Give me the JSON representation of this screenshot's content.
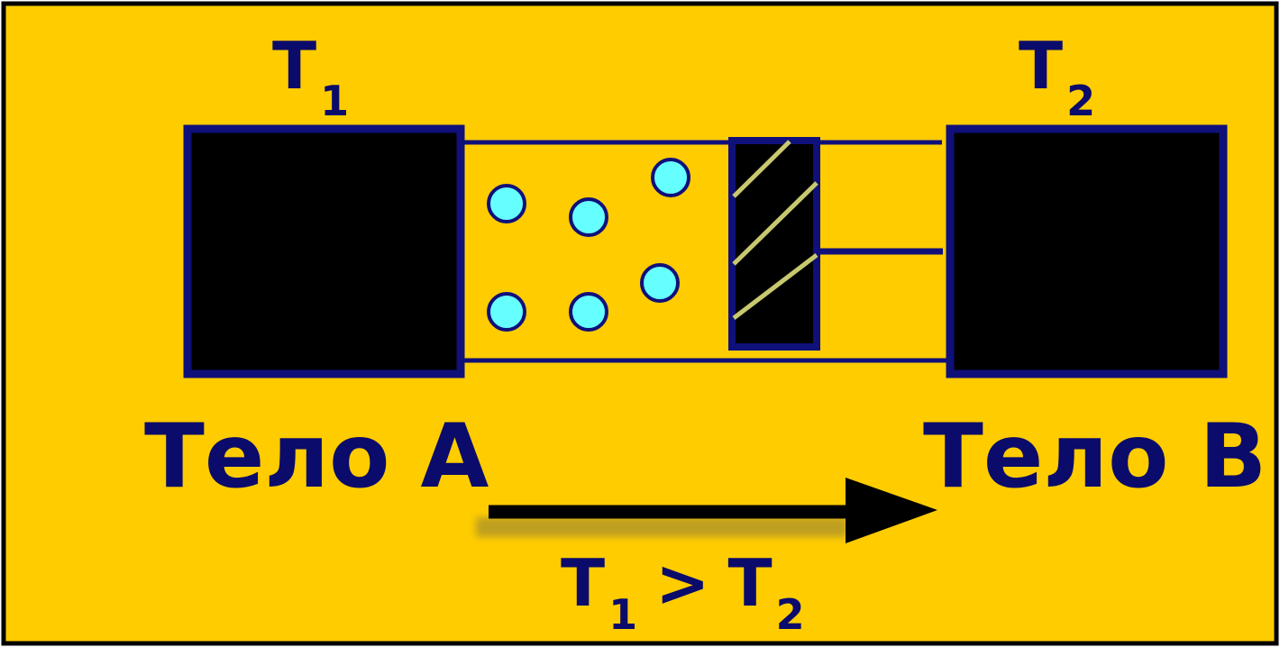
{
  "colors": {
    "background": "#ffcc00",
    "frame": "#000000",
    "ink": "#0b0b6b",
    "body_fill": "#000000",
    "body_border": "#10107a",
    "particle": "#66ffff",
    "piston_stripe": "#c8c870",
    "arrow": "#000000"
  },
  "labels": {
    "t1_letter": "T",
    "t1_sub": "1",
    "t2_letter": "T",
    "t2_sub": "2",
    "body_a": "Тело А",
    "body_b": "Тело В",
    "rel_t1_letter": "T",
    "rel_t1_sub": "1",
    "rel_sign": ">",
    "rel_t2_letter": "T",
    "rel_t2_sub": "2"
  }
}
